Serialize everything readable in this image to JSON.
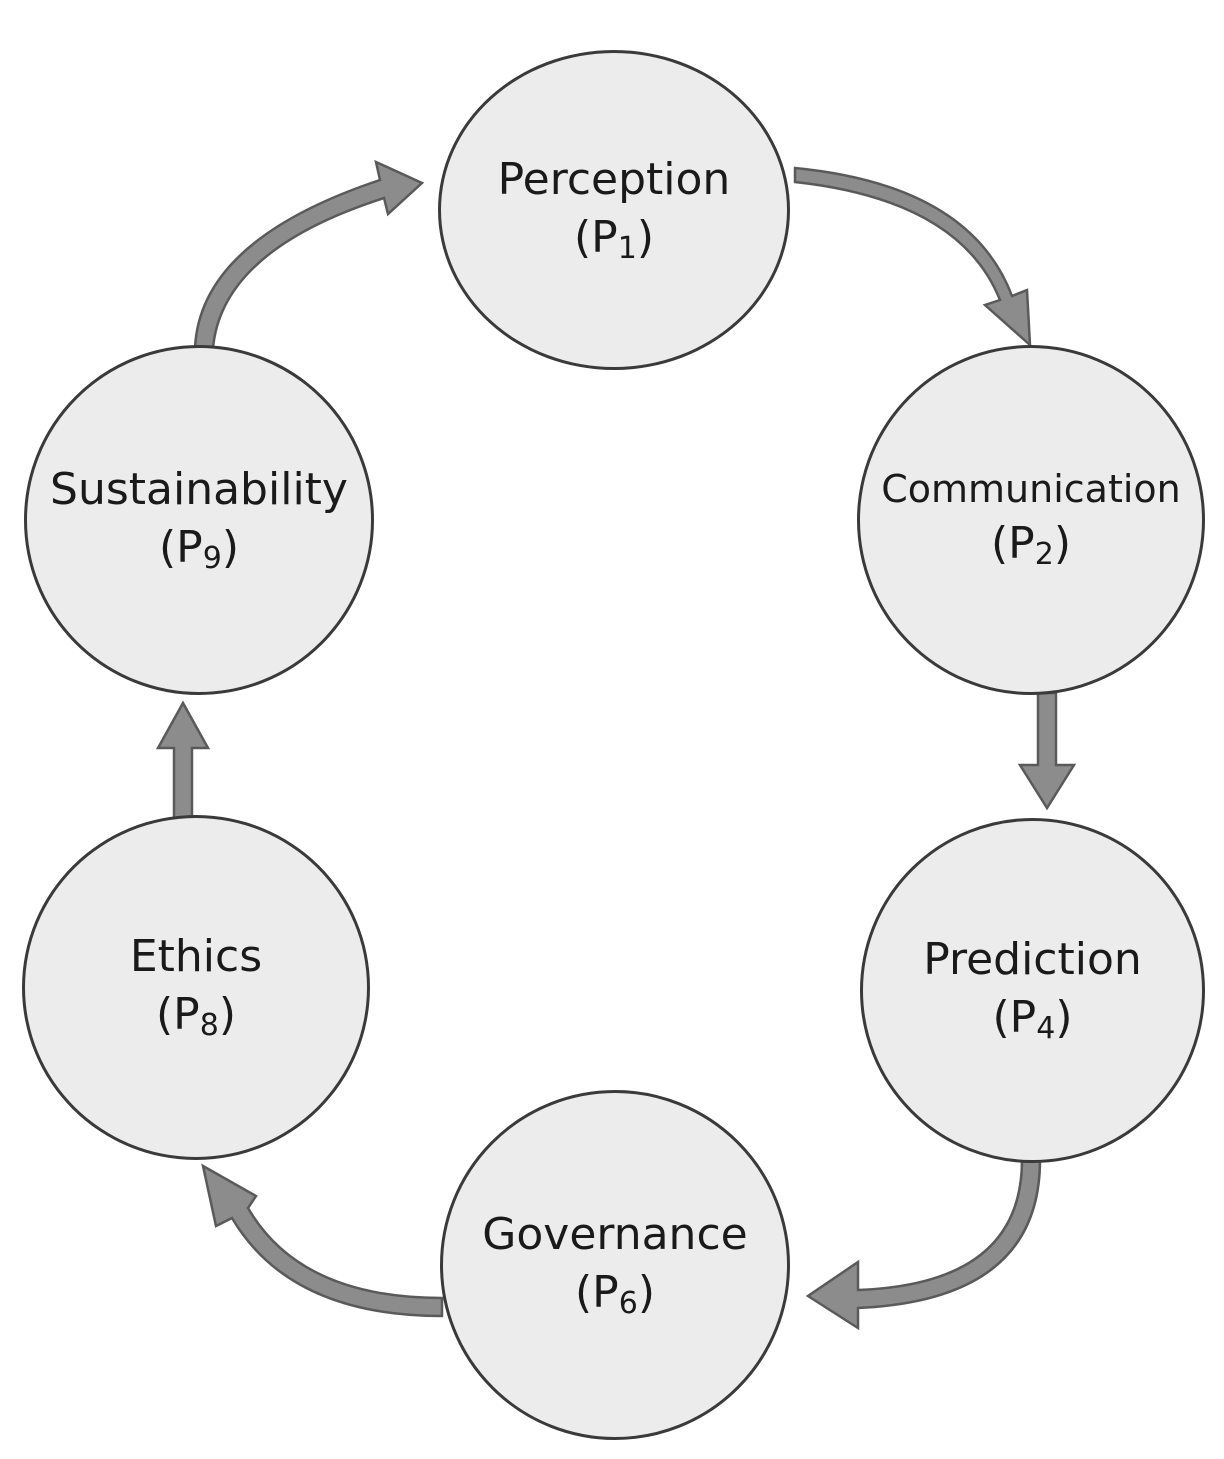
{
  "colors": {
    "node_fill": "#ececec",
    "node_stroke": "#3a3a3a",
    "arrow_fill": "#8c8c8c",
    "arrow_stroke": "#5a5a5a",
    "text": "#1a1a1a"
  },
  "nodes": {
    "perception": {
      "label": "Perception",
      "code": "P",
      "sub": "1"
    },
    "communication": {
      "label": "Communication",
      "code": "P",
      "sub": "2"
    },
    "prediction": {
      "label": "Prediction",
      "code": "P",
      "sub": "4"
    },
    "governance": {
      "label": "Governance",
      "code": "P",
      "sub": "6"
    },
    "ethics": {
      "label": "Ethics",
      "code": "P",
      "sub": "8"
    },
    "sustainability": {
      "label": "Sustainability",
      "code": "P",
      "sub": "9"
    }
  },
  "edges": [
    {
      "from": "perception",
      "to": "communication"
    },
    {
      "from": "communication",
      "to": "prediction"
    },
    {
      "from": "prediction",
      "to": "governance"
    },
    {
      "from": "governance",
      "to": "ethics"
    },
    {
      "from": "ethics",
      "to": "sustainability"
    },
    {
      "from": "sustainability",
      "to": "perception"
    }
  ]
}
